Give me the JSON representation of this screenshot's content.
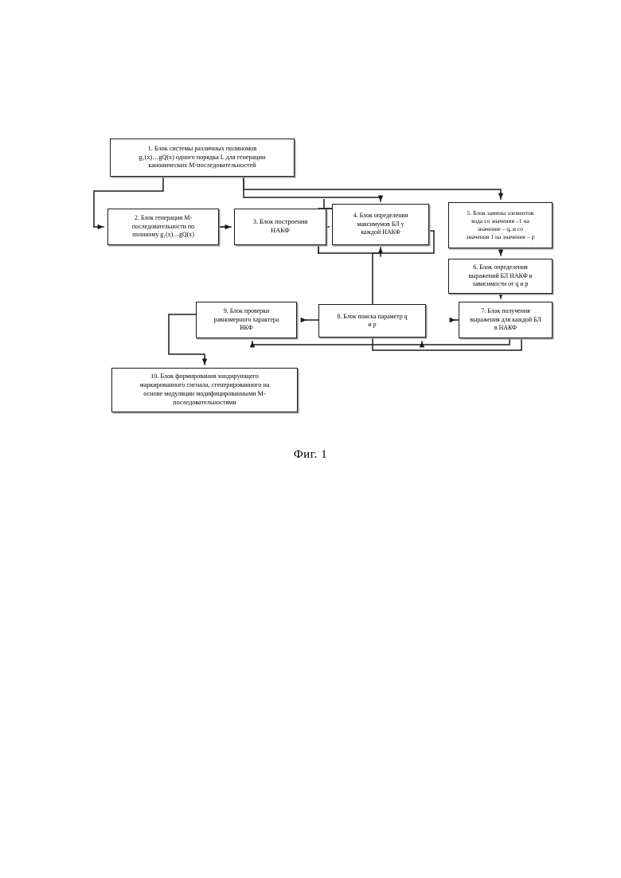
{
  "figure": {
    "caption": "Фиг. 1",
    "type": "flowchart",
    "orientation": "mixed-horizontal-vertical",
    "line_color": "#1a1a1a",
    "background_color": "#ffffff",
    "nodes": [
      {
        "id": "1",
        "number": "1.",
        "label": "1. Блок системы различных полиномов\ng₁(x)…gQ(x) одного порядка L для генерации\nканонических М-последовательностей",
        "shape": "rectangle"
      },
      {
        "id": "2",
        "number": "2.",
        "label": "2. Блок генерации М-\nпоследовательности по\nполиному g₁(x)…gQ(x)",
        "shape": "rectangle"
      },
      {
        "id": "3",
        "number": "3.",
        "label": "3. Блок построения\nНАКФ",
        "shape": "rectangle"
      },
      {
        "id": "4",
        "number": "4.",
        "label": "4. Блок определения\nмаксимумов БЛ у\nкаждой НАКФ",
        "shape": "rectangle"
      },
      {
        "id": "5",
        "number": "5.",
        "label": "5. Блок замены элементов\nкода со значения –1 на\nзначение – q, и со\nзначения 1 на значение – p",
        "shape": "rectangle"
      },
      {
        "id": "6",
        "number": "6.",
        "label": "6. Блок определения\nвыражений БЛ НАКФ в\nзависимости от q и p",
        "shape": "rectangle"
      },
      {
        "id": "7",
        "number": "7.",
        "label": "7. Блок получения\nвыражения для каждой БЛ\nв НАКФ",
        "shape": "rectangle"
      },
      {
        "id": "8",
        "number": "8.",
        "label": "8. Блок поиска параметр q\nи p",
        "shape": "rectangle"
      },
      {
        "id": "9",
        "number": "9.",
        "label": "9. Блок проверки\nравномерного характера\nВКФ",
        "shape": "rectangle"
      },
      {
        "id": "10",
        "number": "10.",
        "label": "10. Блок  формирования зондирующего\nмаркированного сигнала, сгенерированного на\nоснове модуляции модифицированными М-\nпоследовательностями",
        "shape": "rectangle"
      }
    ],
    "edges": [
      {
        "from": "1",
        "to": "2",
        "style": "orthogonal-left-down",
        "arrow": "left-side"
      },
      {
        "from": "1",
        "to": "4",
        "style": "orthogonal-down",
        "arrow": "top"
      },
      {
        "from": "1",
        "to": "5",
        "style": "orthogonal-right-down",
        "arrow": "top"
      },
      {
        "from": "2",
        "to": "3",
        "style": "straight-horizontal",
        "arrow": "left-side"
      },
      {
        "from": "3",
        "to": "4",
        "style": "straight-horizontal",
        "arrow": "left-side"
      },
      {
        "from": "5",
        "to": "6",
        "style": "straight-vertical",
        "arrow": "top"
      },
      {
        "from": "6",
        "to": "7",
        "style": "straight-vertical",
        "arrow": "top"
      },
      {
        "from": "7",
        "to": "8",
        "style": "straight-horizontal",
        "arrow": "left-side"
      },
      {
        "from": "8",
        "to": "9",
        "style": "straight-horizontal",
        "arrow": "left-side"
      },
      {
        "from": "9",
        "to": "10",
        "style": "orthogonal-left-down",
        "arrow": "top"
      },
      {
        "from": "4",
        "to": "2",
        "style": "feedback-loop-upper",
        "arrow": "bottom"
      },
      {
        "from": "8",
        "to": "4",
        "style": "feedback-vertical",
        "arrow": "bottom"
      },
      {
        "from": "7",
        "to": "8",
        "style": "feedback-bottom-lower",
        "arrow": "bottom"
      },
      {
        "from": "7",
        "to": "9",
        "style": "feedback-bottom-upper",
        "arrow": "bottom"
      }
    ]
  }
}
